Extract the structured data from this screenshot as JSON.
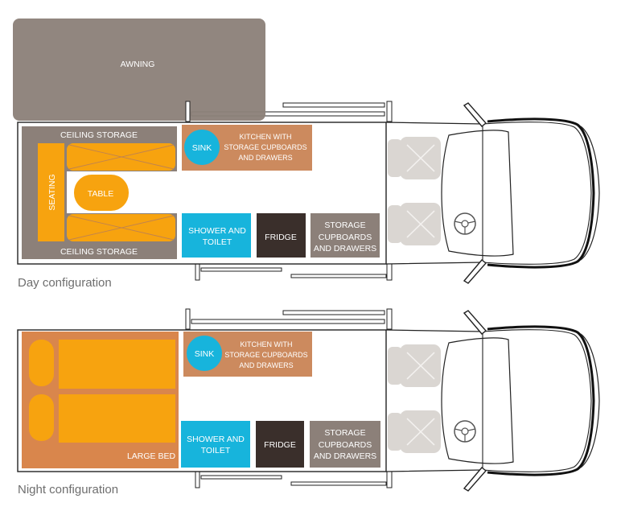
{
  "day": {
    "caption": "Day configuration",
    "awning": "AWNING",
    "ceiling_storage_top": "CEILING STORAGE",
    "ceiling_storage_bottom": "CEILING STORAGE",
    "seating": "SEATING",
    "table": "TABLE",
    "sink": "SINK",
    "kitchen": [
      "KITCHEN WITH",
      "STORAGE CUPBOARDS",
      "AND DRAWERS"
    ],
    "shower": [
      "SHOWER AND",
      "TOILET"
    ],
    "fridge": "FRIDGE",
    "storage": [
      "STORAGE",
      "CUPBOARDS",
      "AND DRAWERS"
    ]
  },
  "night": {
    "caption": "Night configuration",
    "large_bed": "LARGE BED",
    "sink": "SINK",
    "kitchen": [
      "KITCHEN WITH",
      "STORAGE CUPBOARDS",
      "AND DRAWERS"
    ],
    "shower": [
      "SHOWER AND",
      "TOILET"
    ],
    "fridge": "FRIDGE",
    "storage": [
      "STORAGE",
      "CUPBOARDS",
      "AND DRAWERS"
    ]
  },
  "colors": {
    "awning": "#8d817a",
    "ceiling_storage": "#8c8079",
    "cushion": "#f7a30f",
    "table": "#f7a30f",
    "kitchen": "#cc8a5e",
    "sink": "#17b4dc",
    "shower": "#17b4dc",
    "fridge": "#3a2f2b",
    "storage": "#8c8079",
    "bed_frame": "#d9864c",
    "mattress": "#f7a30f",
    "seat": "#dad6d2"
  }
}
